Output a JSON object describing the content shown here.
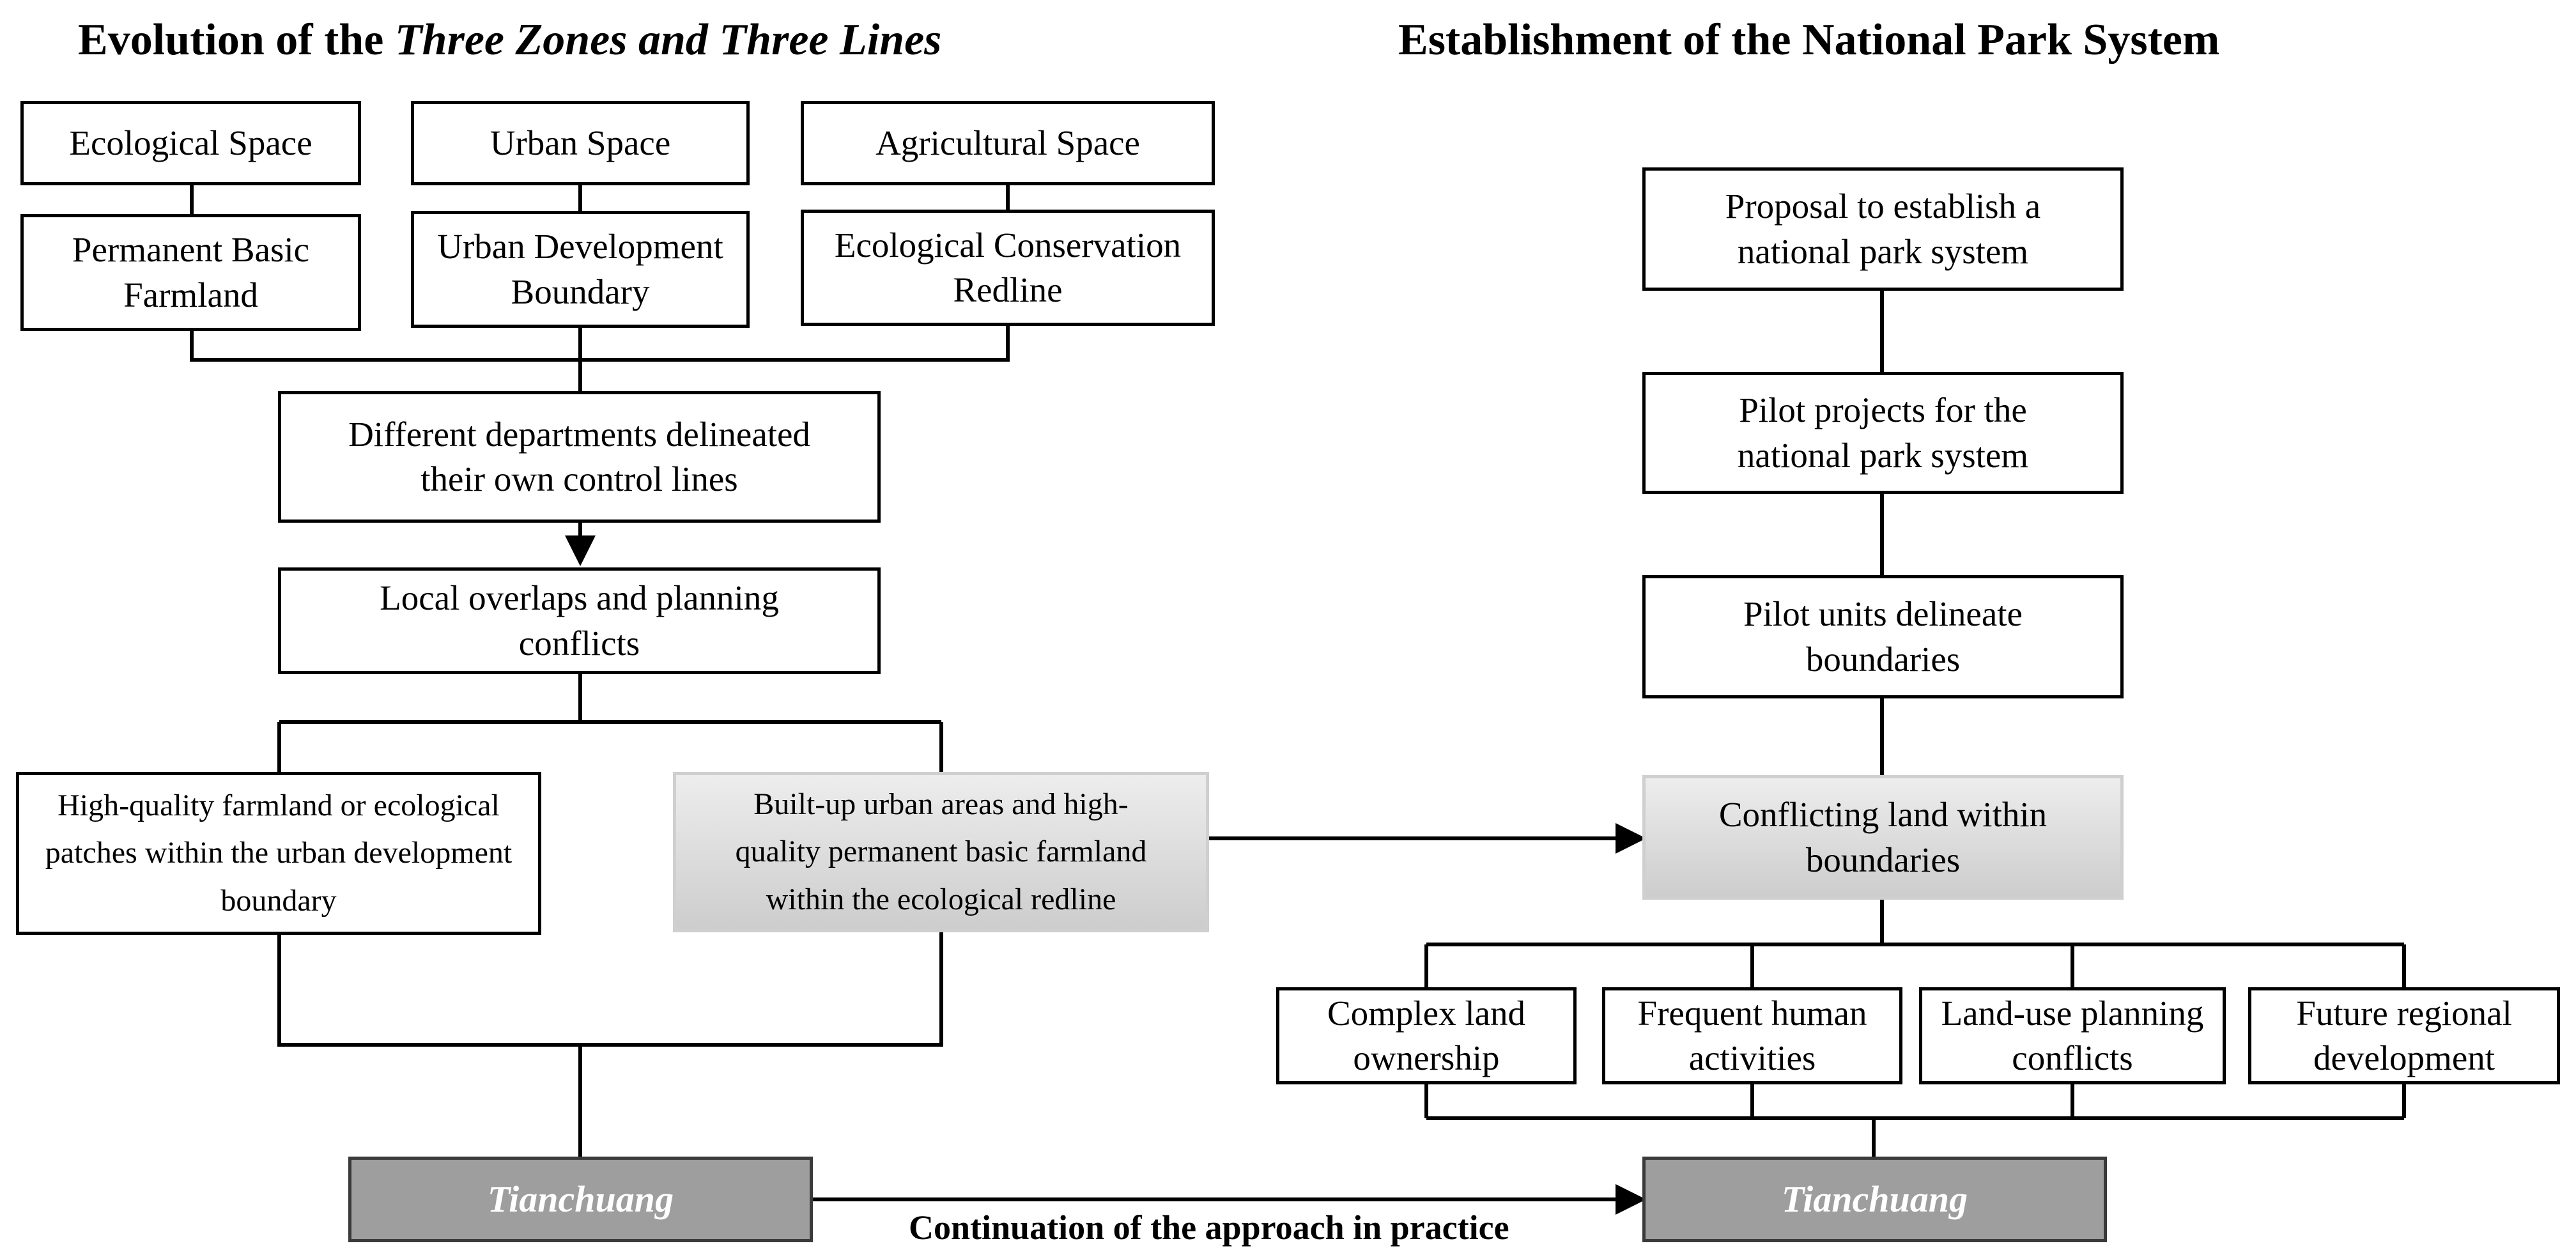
{
  "left": {
    "title_prefix": "Evolution of the ",
    "title_italic": "Three Zones and Three Lines",
    "spaces": [
      "Ecological Space",
      "Urban Space",
      "Agricultural Space"
    ],
    "lines": [
      "Permanent Basic Farmland",
      "Urban Development Boundary",
      "Ecological Conservation Redline"
    ],
    "step_departments": "Different departments delineated their own control lines",
    "step_overlaps": "Local overlaps and planning conflicts",
    "branch_farmland": "High-quality farmland or ecological patches within the urban development boundary",
    "branch_builtup": "Built-up urban areas and high-quality permanent basic farmland within the ecological redline",
    "outcome": "Tianchuang"
  },
  "right": {
    "title": "Establishment of the National Park System",
    "step_proposal": "Proposal to establish a national park system",
    "step_pilot_projects": "Pilot projects for the national park system",
    "step_pilot_units": "Pilot units delineate boundaries",
    "step_conflict": "Conflicting land within boundaries",
    "causes": [
      "Complex land ownership",
      "Frequent human activities",
      "Land-use planning conflicts",
      "Future regional development"
    ],
    "outcome": "Tianchuang"
  },
  "connector_caption": "Continuation of the approach in practice",
  "colors": {
    "box_border": "#000000",
    "highlight_box": "#d9d9d9",
    "outcome_box": "#9e9e9e",
    "outcome_text": "#ffffff"
  }
}
